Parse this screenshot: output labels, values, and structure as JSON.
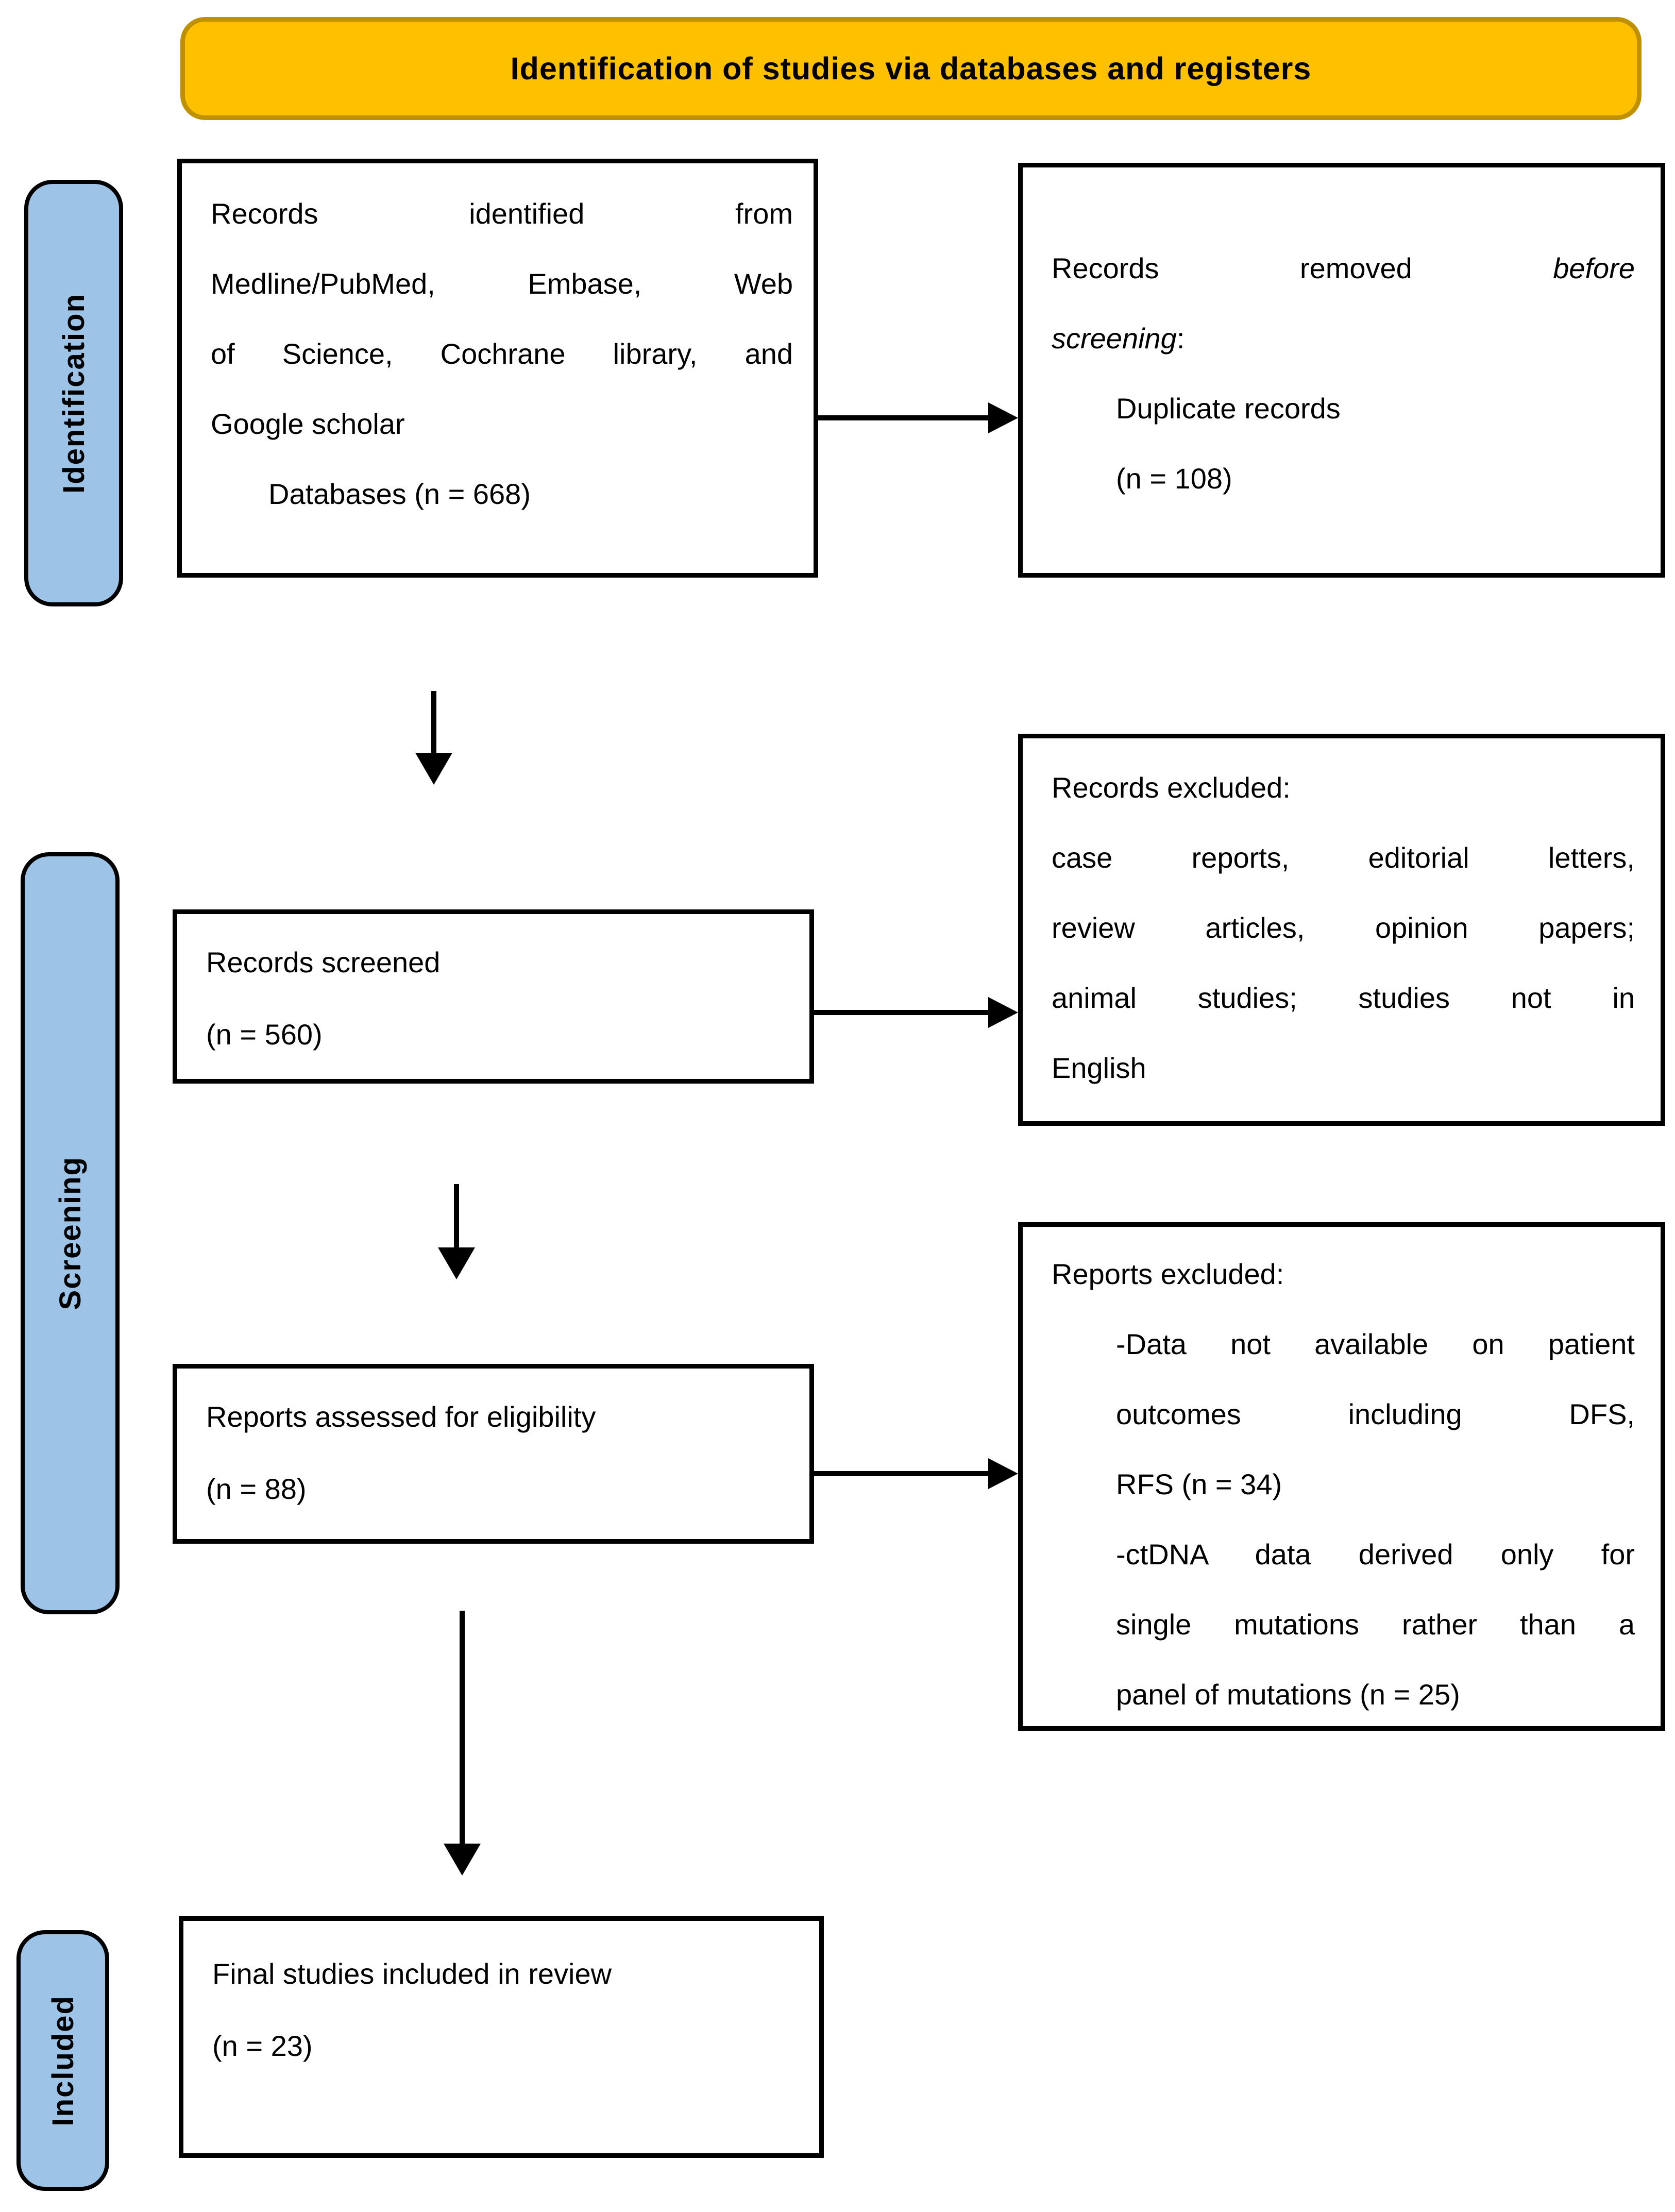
{
  "banner": {
    "title": "Identification of studies via databases and registers"
  },
  "colors": {
    "banner_fill": "#FFC000",
    "banner_border": "#BF9000",
    "stage_fill": "#9DC3E6",
    "box_border": "#000000",
    "arrow": "#000000"
  },
  "stages": {
    "identification": "Identification",
    "screening": "Screening",
    "included": "Included"
  },
  "boxes": {
    "identified": {
      "lines": [
        "Records identified from",
        "Medline/PubMed, Embase, Web",
        "of Science, Cochrane library, and",
        "Google scholar"
      ],
      "count_line": "Databases (n = 668)"
    },
    "removed": {
      "line1_regular": "Records removed",
      "line1_italic": "before",
      "line2_italic": "screening",
      "line2_suffix": ":",
      "items": [
        "Duplicate records",
        "(n = 108)"
      ]
    },
    "records_excluded": {
      "heading": "Records excluded:",
      "lines": [
        "case reports, editorial letters,",
        "review articles, opinion papers;",
        "animal studies; studies not in",
        "English"
      ]
    },
    "screened": {
      "lines": [
        "Records screened",
        "(n = 560)"
      ]
    },
    "reports_excluded": {
      "heading": "Reports excluded:",
      "lines": [
        "-Data not available on patient",
        "outcomes including DFS,",
        "RFS (n = 34)",
        "-ctDNA data derived only for",
        "single mutations rather than a",
        "panel of mutations (n = 25)"
      ]
    },
    "screened_box_title": "",
    "assessed": {
      "lines": [
        "Reports assessed for eligibility",
        "(n = 88)"
      ]
    },
    "final": {
      "lines": [
        "Final studies included in review",
        "(n = 23)"
      ]
    }
  }
}
